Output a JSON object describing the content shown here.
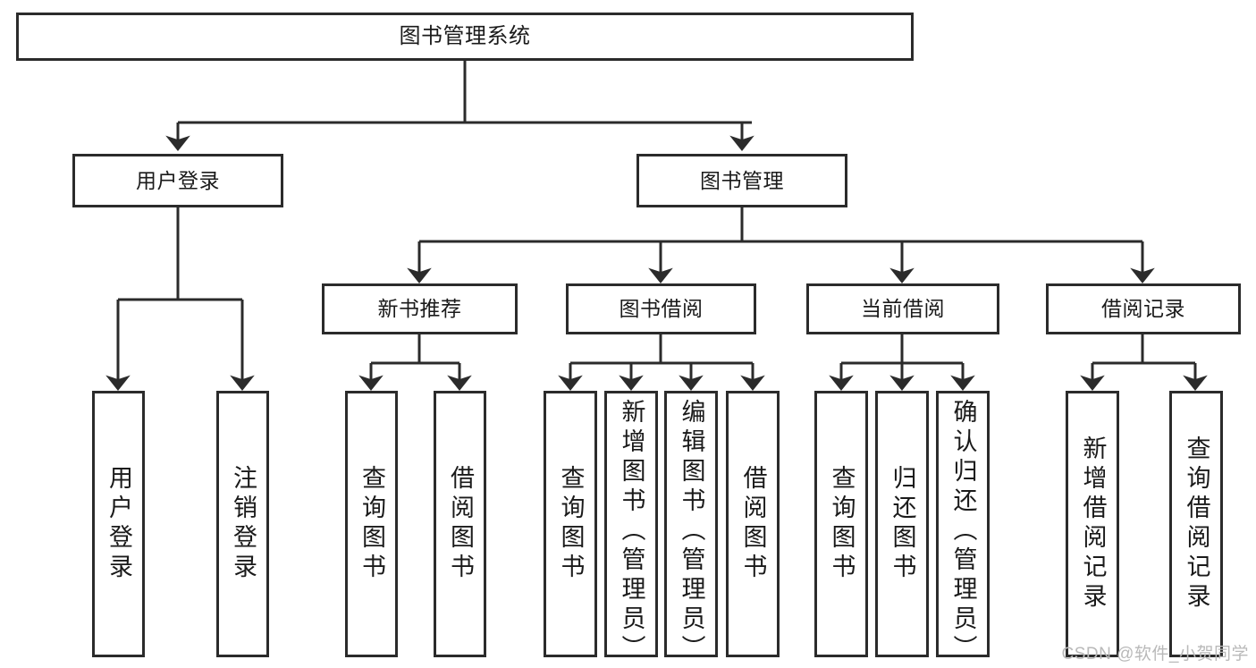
{
  "diagram": {
    "title": "图书管理系统",
    "type": "tree-hierarchy-diagram",
    "watermark": "CSDN @软件_小贺同学",
    "colors": {
      "stroke": "#2b2b2b",
      "fill": "#ffffff",
      "text": "#1a1a1a",
      "watermark": "#b9b9b9"
    },
    "nodes": {
      "root": {
        "label": "图书管理系统"
      },
      "level2": [
        {
          "id": "user-login",
          "label": "用户登录"
        },
        {
          "id": "book-manage",
          "label": "图书管理"
        }
      ],
      "level3": [
        {
          "id": "new-book-recommend",
          "label": "新书推荐"
        },
        {
          "id": "book-borrow",
          "label": "图书借阅"
        },
        {
          "id": "current-borrow",
          "label": "当前借阅"
        },
        {
          "id": "borrow-record",
          "label": "借阅记录"
        }
      ],
      "leaves": {
        "user_login": [
          {
            "id": "leaf-user-login",
            "label": "用户登录"
          },
          {
            "id": "leaf-logout",
            "label": "注销登录"
          }
        ],
        "new_book_recommend": [
          {
            "id": "leaf-query-book-1",
            "label": "查询图书"
          },
          {
            "id": "leaf-borrow-book-1",
            "label": "借阅图书"
          }
        ],
        "book_borrow": [
          {
            "id": "leaf-query-book-2",
            "label": "查询图书"
          },
          {
            "id": "leaf-add-book",
            "label": "新增图书（管理员）"
          },
          {
            "id": "leaf-edit-book",
            "label": "编辑图书（管理员）"
          },
          {
            "id": "leaf-borrow-book-2",
            "label": "借阅图书"
          }
        ],
        "current_borrow": [
          {
            "id": "leaf-query-book-3",
            "label": "查询图书"
          },
          {
            "id": "leaf-return-book",
            "label": "归还图书"
          },
          {
            "id": "leaf-confirm-return",
            "label": "确认归还（管理员）"
          }
        ],
        "borrow_record": [
          {
            "id": "leaf-add-record",
            "label": "新增借阅记录"
          },
          {
            "id": "leaf-query-record",
            "label": "查询借阅记录"
          }
        ]
      }
    }
  }
}
